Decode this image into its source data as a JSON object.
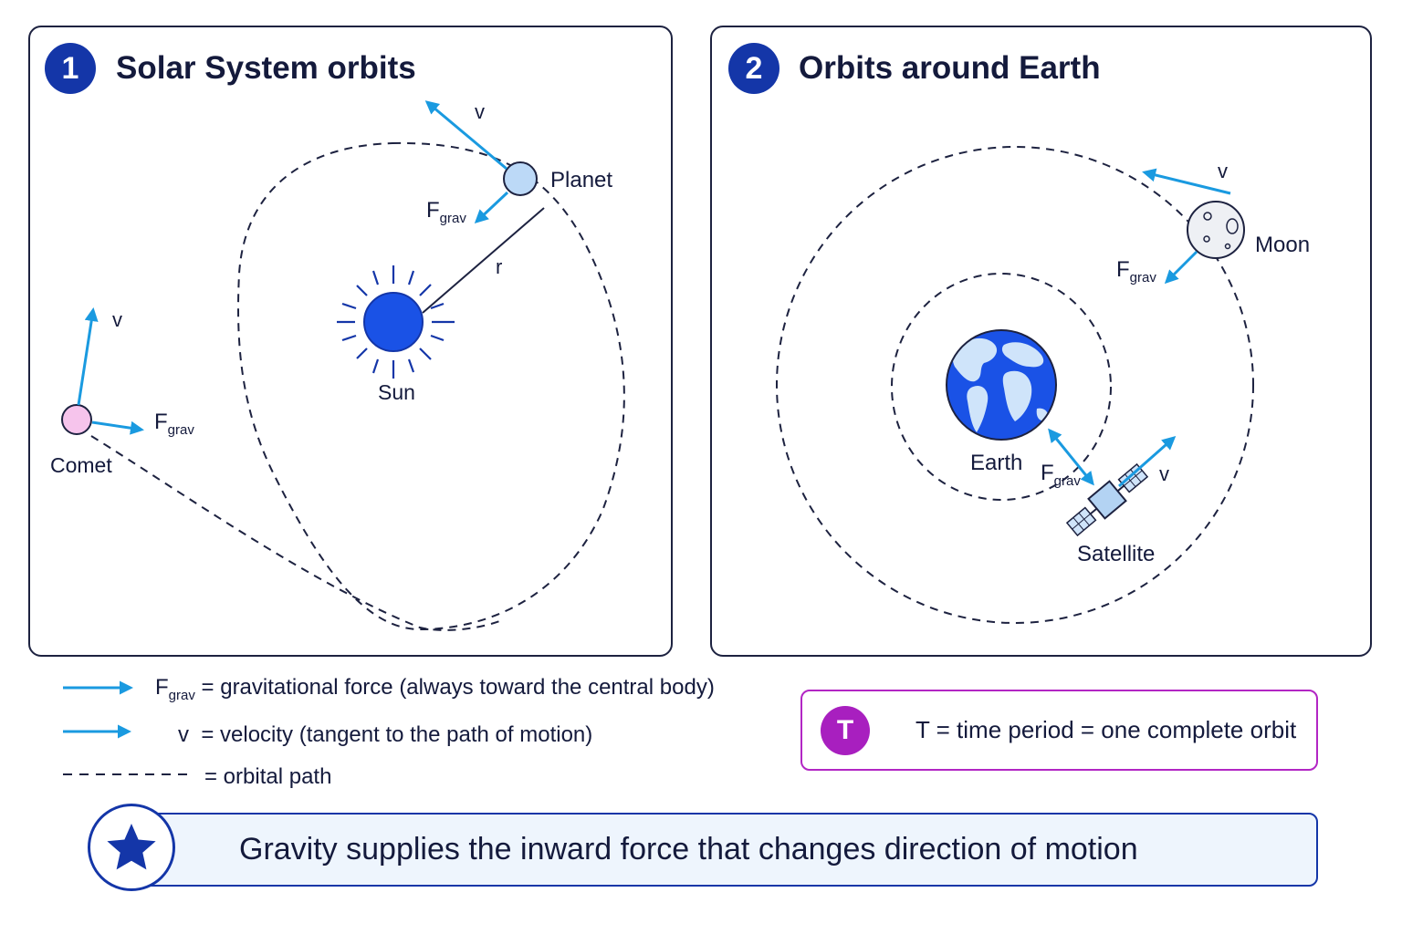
{
  "colors": {
    "arrow": "#1a9ae0",
    "navy": "#1436a8",
    "dark_text": "#141a3c",
    "sun": "#1a52e6",
    "comet": "#f6c4ec",
    "planet": "#bcd9f7",
    "period": "#a81fbf"
  },
  "panel1": {
    "number": "1",
    "title": "Solar System orbits",
    "labels": {
      "sun": "Sun",
      "planet": "Planet",
      "comet": "Comet",
      "radius": "r",
      "velocity": "v",
      "force_main": "F",
      "force_sub": "grav"
    }
  },
  "panel2": {
    "number": "2",
    "title": "Orbits around Earth",
    "labels": {
      "earth": "Earth",
      "moon": "Moon",
      "satellite": "Satellite",
      "velocity": "v",
      "force_main": "F",
      "force_sub": "grav"
    }
  },
  "legend": {
    "force_symbol": "F",
    "force_sub": "grav",
    "force_text": "= gravitational force (always toward the central body)",
    "velocity_symbol": "v",
    "velocity_text": "= velocity (tangent to the path of motion)",
    "path_text": "= orbital path"
  },
  "period": {
    "badge": "T",
    "text": "T = time period = one complete orbit"
  },
  "banner": {
    "text": "Gravity supplies the inward force that changes direction of motion",
    "icon": "star-icon"
  }
}
